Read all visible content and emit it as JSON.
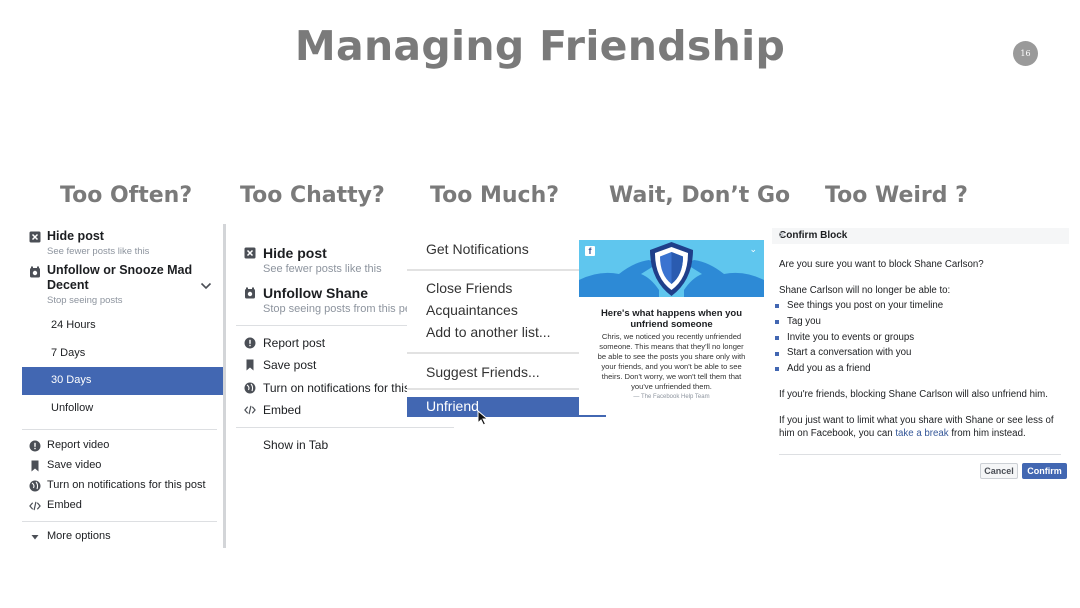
{
  "slide": {
    "title": "Managing Friendship",
    "page_number": "16"
  },
  "headings": [
    "Too Often?",
    "Too Chatty?",
    "Too Much?",
    "Wait, Don’t Go",
    "Too Weird ?"
  ],
  "panel_often": {
    "hide_post": "Hide post",
    "hide_post_sub": "See fewer posts like this",
    "unfollow_title_1": "Unfollow or Snooze Mad",
    "unfollow_title_2": "Decent",
    "unfollow_sub": "Stop seeing posts",
    "options": [
      "24 Hours",
      "7 Days",
      "30 Days",
      "Unfollow"
    ],
    "selected_option": "30 Days",
    "actions": [
      "Report video",
      "Save video",
      "Turn on notifications for this post",
      "Embed"
    ],
    "more_options": "More options"
  },
  "panel_chatty": {
    "hide_post": "Hide post",
    "hide_post_sub": "See fewer posts like this",
    "unfollow": "Unfollow Shane",
    "unfollow_sub": "Stop seeing posts from this per",
    "actions": [
      "Report post",
      "Save post",
      "Turn on notifications for this",
      "Embed"
    ],
    "show_in_tab": "Show in Tab"
  },
  "panel_much": {
    "items": [
      "Get Notifications",
      "Close Friends",
      "Acquaintances",
      "Add to another list...",
      "Suggest Friends...",
      "Unfriend"
    ],
    "selected": "Unfriend"
  },
  "panel_wait": {
    "heading_1": "Here's what happens when you",
    "heading_2": "unfriend someone",
    "body_lines": [
      "Chris, we noticed you recently unfriended",
      "someone. This means that they'll no longer",
      "be able to see the posts you share only with",
      "your friends, and you won't be able to see",
      "theirs. Don't worry, we won't tell them that",
      "you've unfriended them."
    ],
    "signature": "— The Facebook Help Team"
  },
  "panel_weird": {
    "title": "Confirm Block",
    "close": "×",
    "question": "Are you sure you want to block Shane Carlson?",
    "intro": "Shane Carlson will no longer be able to:",
    "bullets": [
      "See things you post on your timeline",
      "Tag you",
      "Invite you to events or groups",
      "Start a conversation with you",
      "Add you as a friend"
    ],
    "friends_note": "If you're friends, blocking Shane Carlson will also unfriend him.",
    "limit_1": "If you just want to limit what you share with Shane or see less of",
    "limit_2a": "him on Facebook, you can ",
    "limit_link": "take a break",
    "limit_2b": " from him instead.",
    "cancel": "Cancel",
    "confirm": "Confirm"
  },
  "colors": {
    "accent": "#4267b2",
    "heading_gray": "#7a7a7a",
    "banner": "#5fc6ee"
  }
}
